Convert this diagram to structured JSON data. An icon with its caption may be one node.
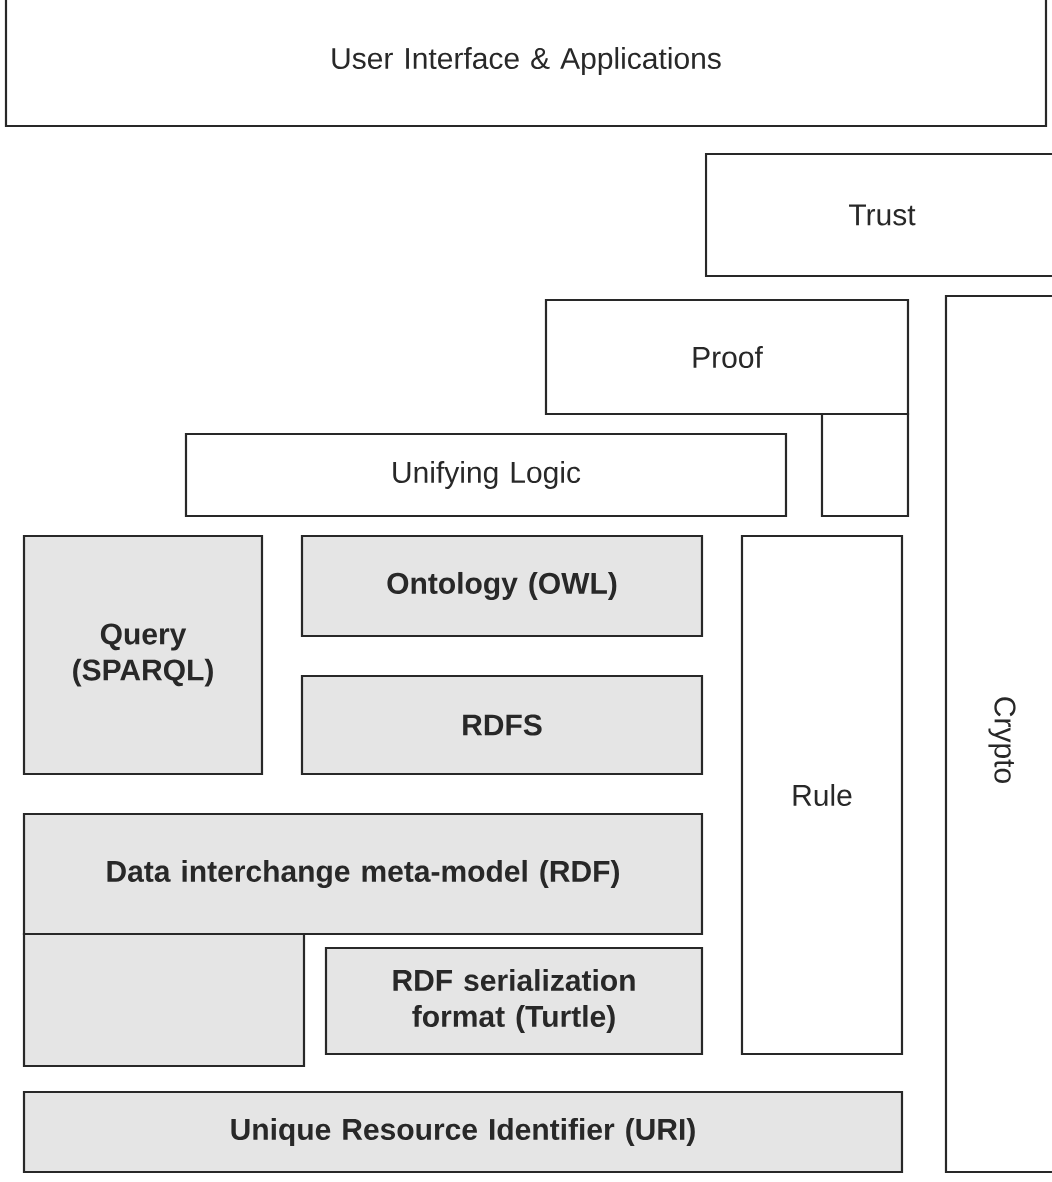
{
  "diagram": {
    "nodes": [
      {
        "text": [
          "User Interface & Applications"
        ]
      },
      {
        "text": [
          "Trust"
        ]
      },
      {
        "text": [
          "Proof"
        ]
      },
      {
        "text": [
          "Crypto"
        ]
      },
      {
        "text": [],
        "shape": "box"
      },
      {
        "text": [
          "Unifying Logic"
        ]
      },
      {
        "text": [
          "Query (SPARQL)"
        ]
      },
      {
        "text": [
          "Ontology (OWL)"
        ]
      },
      {
        "text": [
          "Rule"
        ]
      },
      {
        "text": [
          "RDFS"
        ]
      },
      {
        "text": [
          "Data interchange meta-model (RDF)"
        ]
      },
      {
        "text": [],
        "shape": "box"
      },
      {
        "text": [
          "RDF serialization format (Turtle)"
        ]
      },
      {
        "text": [
          "Unique Resource Identifier (URI)"
        ]
      }
    ]
  }
}
